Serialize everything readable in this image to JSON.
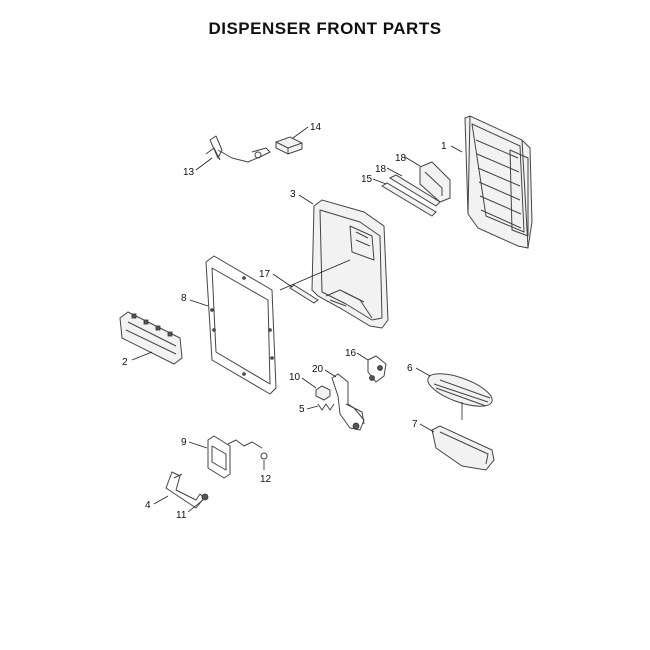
{
  "title": "DISPENSER FRONT PARTS",
  "callouts": {
    "c1": "1",
    "c2": "2",
    "c3": "3",
    "c4": "4",
    "c5": "5",
    "c6": "6",
    "c7": "7",
    "c8": "8",
    "c9": "9",
    "c10": "10",
    "c11": "11",
    "c12": "12",
    "c13": "13",
    "c14": "14",
    "c15": "15",
    "c16": "16",
    "c17": "17",
    "c18a": "18",
    "c18b": "18",
    "c20": "20"
  }
}
